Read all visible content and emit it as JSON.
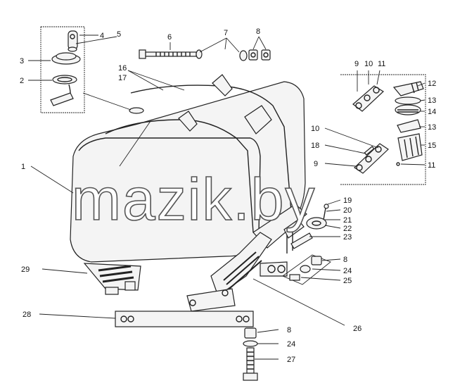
{
  "watermark": "mazik.by",
  "callouts": {
    "c1": "1",
    "c2": "2",
    "c3": "3",
    "c4": "4",
    "c5": "5",
    "c6": "6",
    "c7": "7",
    "c8a": "8",
    "c9a": "9",
    "c10a": "10",
    "c11a": "11",
    "c12": "12",
    "c13a": "13",
    "c14": "14",
    "c13b": "13",
    "c10b": "10",
    "c18": "18",
    "c15": "15",
    "c9b": "9",
    "c11b": "11",
    "c16": "16",
    "c17": "17",
    "c19": "19",
    "c20": "20",
    "c21": "21",
    "c22": "22",
    "c23": "23",
    "c8b": "8",
    "c24a": "24",
    "c25": "25",
    "c29": "29",
    "c28": "28",
    "c26": "26",
    "c8c": "8",
    "c24b": "24",
    "c27": "27"
  }
}
